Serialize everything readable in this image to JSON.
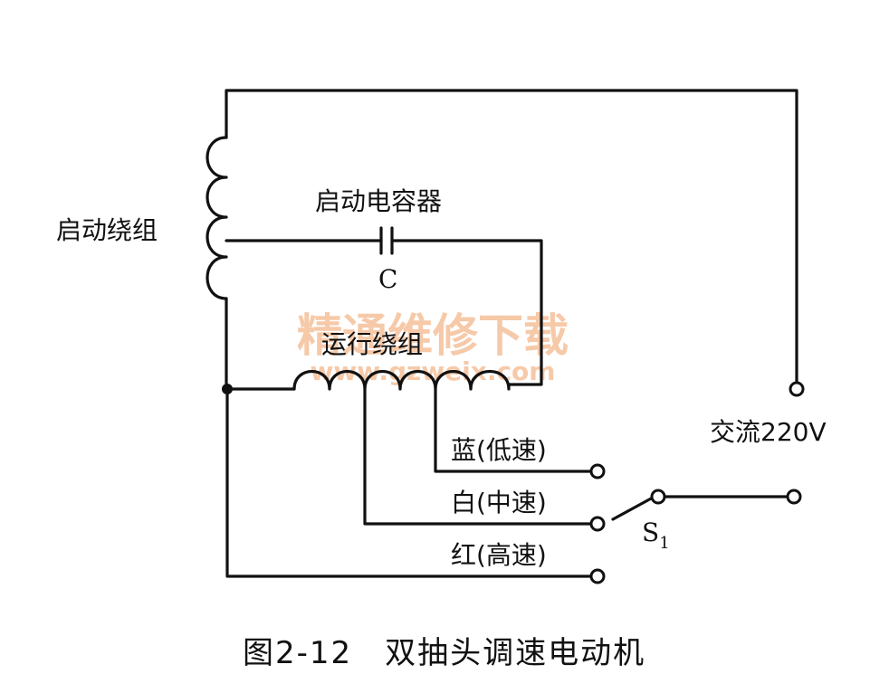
{
  "labels": {
    "start_winding": "启动绕组",
    "start_capacitor": "启动电容器",
    "capacitor_symbol": "C",
    "run_winding": "运行绕组",
    "ac_source": "交流220V",
    "blue_tap": "蓝(低速)",
    "white_tap": "白(中速)",
    "red_tap": "红(高速)",
    "switch_name": "S",
    "switch_subscript": "1"
  },
  "caption": "图2-12　双抽头调速电动机",
  "watermark": {
    "line1": "精通维修下载",
    "line2": "www.gzweix.com"
  },
  "colors": {
    "ink": "#111111",
    "watermark": "#f6c9a8"
  }
}
